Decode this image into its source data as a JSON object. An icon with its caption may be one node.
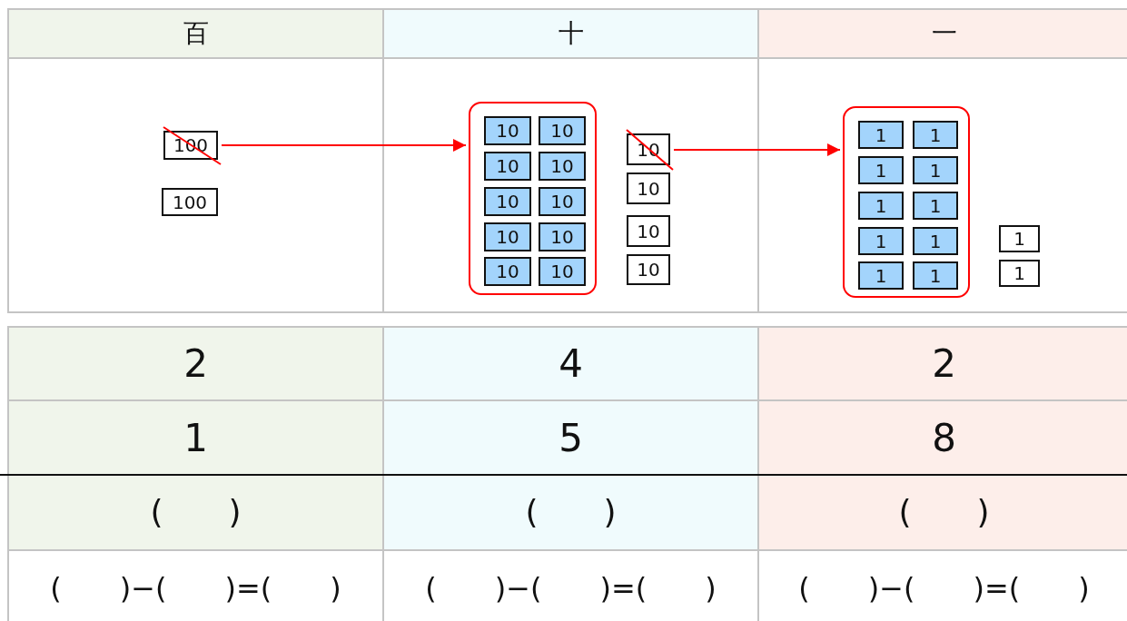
{
  "diagram": {
    "nodes": [
      {
        "text": [
          "100"
        ]
      },
      {
        "text": [
          "100"
        ]
      },
      {
        "text": [],
        "shape": "box"
      },
      {
        "text": [
          "10"
        ],
        "in": 2
      },
      {
        "text": [
          "10"
        ],
        "in": 2
      },
      {
        "text": [
          "10"
        ],
        "in": 2
      },
      {
        "text": [
          "10"
        ],
        "in": 2
      },
      {
        "text": [
          "10"
        ],
        "in": 2
      },
      {
        "text": [
          "10"
        ],
        "in": 2
      },
      {
        "text": [
          "10"
        ],
        "in": 2
      },
      {
        "text": [
          "10"
        ],
        "in": 2
      },
      {
        "text": [
          "10"
        ],
        "in": 2
      },
      {
        "text": [
          "10"
        ],
        "in": 2
      },
      {
        "text": [
          "10"
        ]
      },
      {
        "text": [
          "10"
        ]
      },
      {
        "text": [
          "10"
        ]
      },
      {
        "text": [
          "10"
        ]
      },
      {
        "text": [],
        "shape": "box"
      },
      {
        "text": [
          "1"
        ],
        "in": 17
      },
      {
        "text": [
          "1"
        ],
        "in": 17
      },
      {
        "text": [
          "1"
        ],
        "in": 17
      },
      {
        "text": [
          "1"
        ],
        "in": 17
      },
      {
        "text": [
          "1"
        ],
        "in": 17
      },
      {
        "text": [
          "1"
        ],
        "in": 17
      },
      {
        "text": [
          "1"
        ],
        "in": 17
      },
      {
        "text": [
          "1"
        ],
        "in": 17
      },
      {
        "text": [
          "1"
        ],
        "in": 17
      },
      {
        "text": [
          "1"
        ],
        "in": 17
      },
      {
        "text": [
          "1"
        ]
      },
      {
        "text": [
          "1"
        ]
      }
    ],
    "edges": [
      {
        "from": 0,
        "to": 2,
        "arrow": "to"
      },
      {
        "from": 13,
        "to": 17,
        "arrow": "to"
      }
    ],
    "labels": [
      "百",
      "十",
      "一",
      "2",
      "4",
      "2",
      "1",
      "5",
      "8",
      "(　　)",
      "(　　)",
      "(　　)",
      "(　　)−(　　)=(　　)",
      "(　　)−(　　)=(　　)",
      "(　　)−(　　)=(　　)"
    ]
  }
}
